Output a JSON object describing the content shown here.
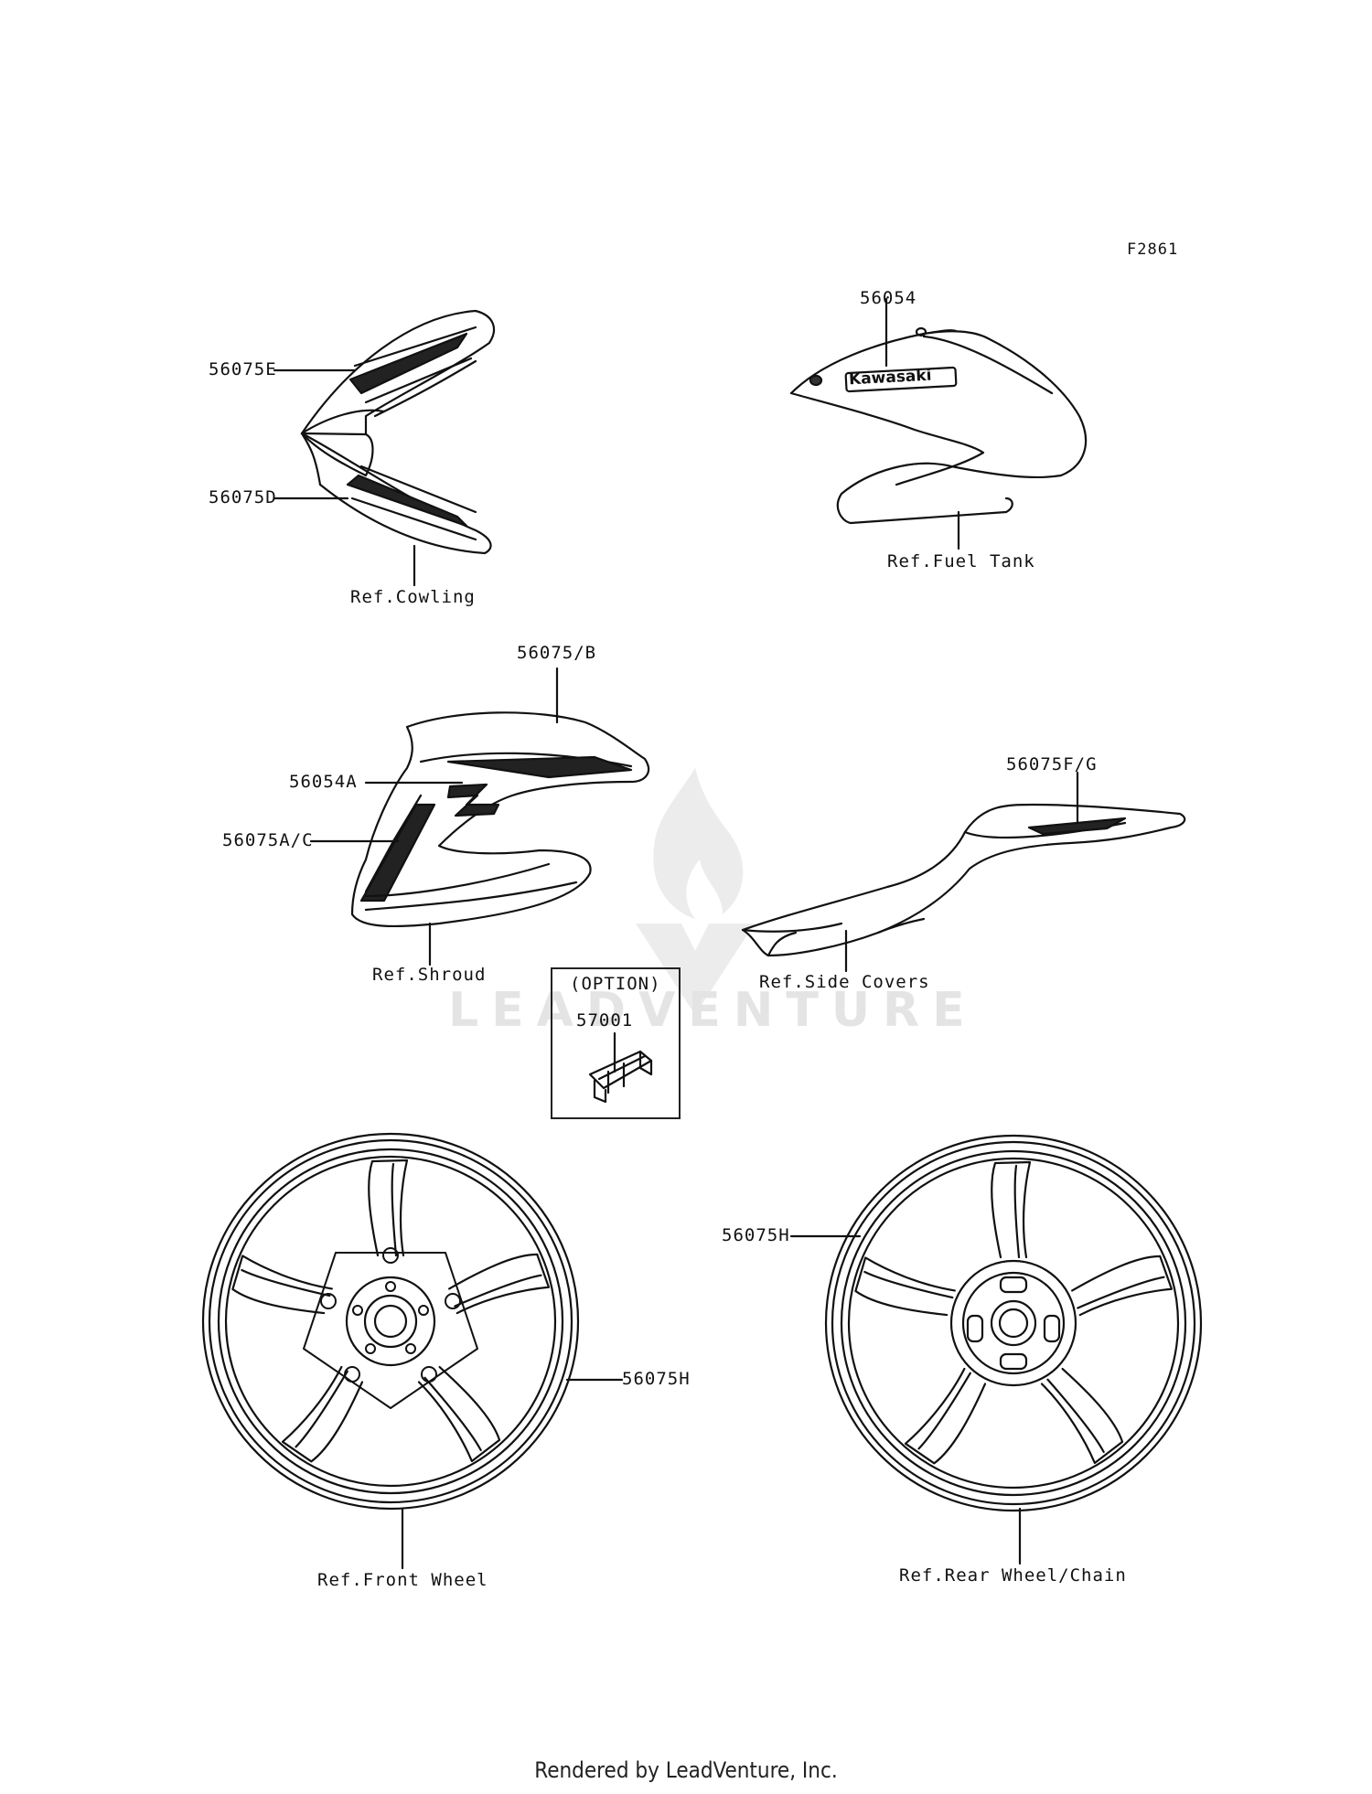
{
  "figure_code": "F2861",
  "watermark": "LEADVENTURE",
  "footer": "Rendered by LeadVenture, Inc.",
  "labels": {
    "cowling_upper": "56075E",
    "cowling_lower": "56075D",
    "cowling_ref": "Ref.Cowling",
    "tank_part": "56054",
    "tank_emblem": "Kawasaki",
    "tank_ref": "Ref.Fuel Tank",
    "shroud_top": "56075/B",
    "shroud_z": "56054A",
    "shroud_side": "56075A/C",
    "shroud_ref": "Ref.Shroud",
    "side_cover_part": "56075F/G",
    "side_cover_ref": "Ref.Side Covers",
    "option_title": "(OPTION)",
    "option_part": "57001",
    "front_wheel_part": "56075H",
    "front_wheel_ref": "Ref.Front Wheel",
    "rear_wheel_part": "56075H",
    "rear_wheel_ref": "Ref.Rear Wheel/Chain"
  }
}
